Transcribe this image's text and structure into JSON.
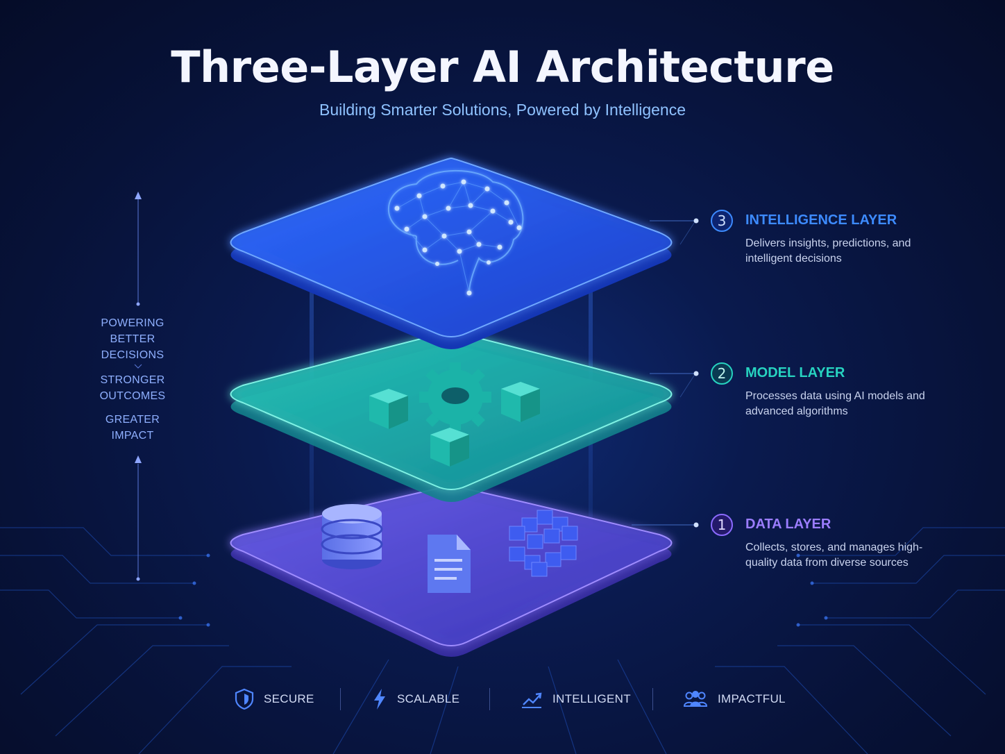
{
  "header": {
    "title": "Three-Layer AI Architecture",
    "subtitle": "Building Smarter Solutions, Powered by Intelligence"
  },
  "side_flow": {
    "lines": [
      "POWERING",
      "BETTER",
      "DECISIONS",
      "STRONGER",
      "OUTCOMES",
      "GREATER",
      "IMPACT"
    ]
  },
  "layers": [
    {
      "number": "3",
      "title": "INTELLIGENCE LAYER",
      "description": "Delivers insights, predictions, and intelligent decisions",
      "color": "#3d8bff",
      "icon": "brain-network-icon"
    },
    {
      "number": "2",
      "title": "MODEL LAYER",
      "description": "Processes data using AI models and advanced algorithms",
      "color": "#27d3c0",
      "icon": "gear-cubes-icon"
    },
    {
      "number": "1",
      "title": "DATA LAYER",
      "description": "Collects, stores, and manages high-quality data from diverse sources",
      "color": "#8b6bff",
      "icon": "database-document-blocks-icon"
    }
  ],
  "features": [
    {
      "label": "SECURE",
      "icon": "shield-icon"
    },
    {
      "label": "SCALABLE",
      "icon": "lightning-icon"
    },
    {
      "label": "INTELLIGENT",
      "icon": "trend-chart-icon"
    },
    {
      "label": "IMPACTFUL",
      "icon": "people-icon"
    }
  ],
  "colors": {
    "background": "#071238",
    "intelligence": "#3d8bff",
    "model": "#27d3c0",
    "data": "#8b6bff",
    "subtitle": "#8fc2ff"
  }
}
